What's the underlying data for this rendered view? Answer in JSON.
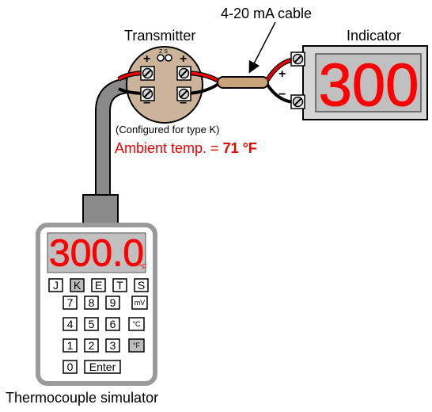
{
  "labels": {
    "cable": "4-20 mA cable",
    "transmitter": "Transmitter",
    "indicator": "Indicator",
    "configured": "(Configured for type K)",
    "ambient_prefix": "Ambient temp. = ",
    "ambient_value": "71",
    "ambient_unit": "°F",
    "simulator": "Thermocouple simulator",
    "zero_span": "Z S"
  },
  "indicator": {
    "display": "300",
    "plus": "+",
    "minus": "−"
  },
  "transmitter": {
    "plus": "+",
    "minus": "−"
  },
  "simulator": {
    "display": "300.0",
    "display_unit": "°F",
    "keys": {
      "j": "J",
      "k": "K",
      "e": "E",
      "t": "T",
      "s": "S",
      "seven": "7",
      "eight": "8",
      "nine": "9",
      "mv": "mV",
      "four": "4",
      "five": "5",
      "six": "6",
      "degc": "°C",
      "one": "1",
      "two": "2",
      "three": "3",
      "degf": "°F",
      "zero": "0",
      "enter": "Enter"
    }
  },
  "colors": {
    "display_red": "#ff0000",
    "housing_tan": "#cbb49a",
    "cable_tan": "#caa27a",
    "panel_gray": "#d6d6d6",
    "lead_red": "#ee0000",
    "label_red": "#ee0000"
  },
  "icons": [
    "screw-terminal-icon",
    "cable-arrow-icon",
    "thermocouple-lead-icon"
  ]
}
